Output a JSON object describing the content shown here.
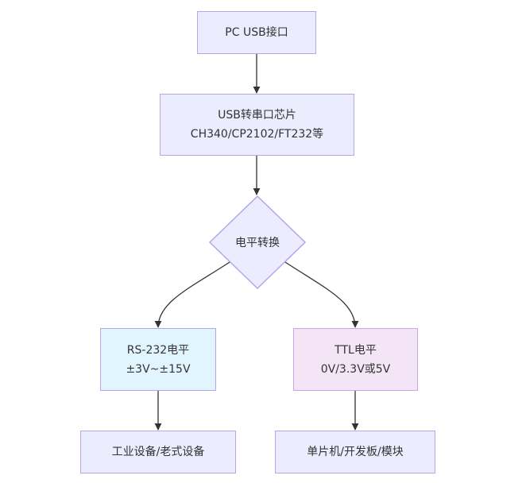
{
  "diagram": {
    "type": "flowchart",
    "direction": "top-down",
    "nodes": [
      {
        "id": "pc",
        "shape": "rect",
        "lines": [
          "PC USB接口"
        ]
      },
      {
        "id": "chip",
        "shape": "rect",
        "lines": [
          "USB转串口芯片",
          "CH340/CP2102/FT232等"
        ]
      },
      {
        "id": "level",
        "shape": "diamond",
        "lines": [
          "电平转换"
        ]
      },
      {
        "id": "rs232",
        "shape": "rect",
        "lines": [
          "RS-232电平",
          "±3V~±15V"
        ],
        "fill": "#e1f5fe"
      },
      {
        "id": "ttl",
        "shape": "rect",
        "lines": [
          "TTL电平",
          "0V/3.3V或5V"
        ],
        "fill": "#f3e5f5"
      },
      {
        "id": "industrial",
        "shape": "rect",
        "lines": [
          "工业设备/老式设备"
        ]
      },
      {
        "id": "mcu",
        "shape": "rect",
        "lines": [
          "单片机/开发板/模块"
        ]
      }
    ],
    "edges": [
      {
        "from": "pc",
        "to": "chip"
      },
      {
        "from": "chip",
        "to": "level"
      },
      {
        "from": "level",
        "to": "rs232"
      },
      {
        "from": "level",
        "to": "ttl"
      },
      {
        "from": "rs232",
        "to": "industrial"
      },
      {
        "from": "ttl",
        "to": "mcu"
      }
    ],
    "colors": {
      "default_fill": "#ececff",
      "default_stroke": "#b9a4e6",
      "edge": "#333333"
    }
  }
}
